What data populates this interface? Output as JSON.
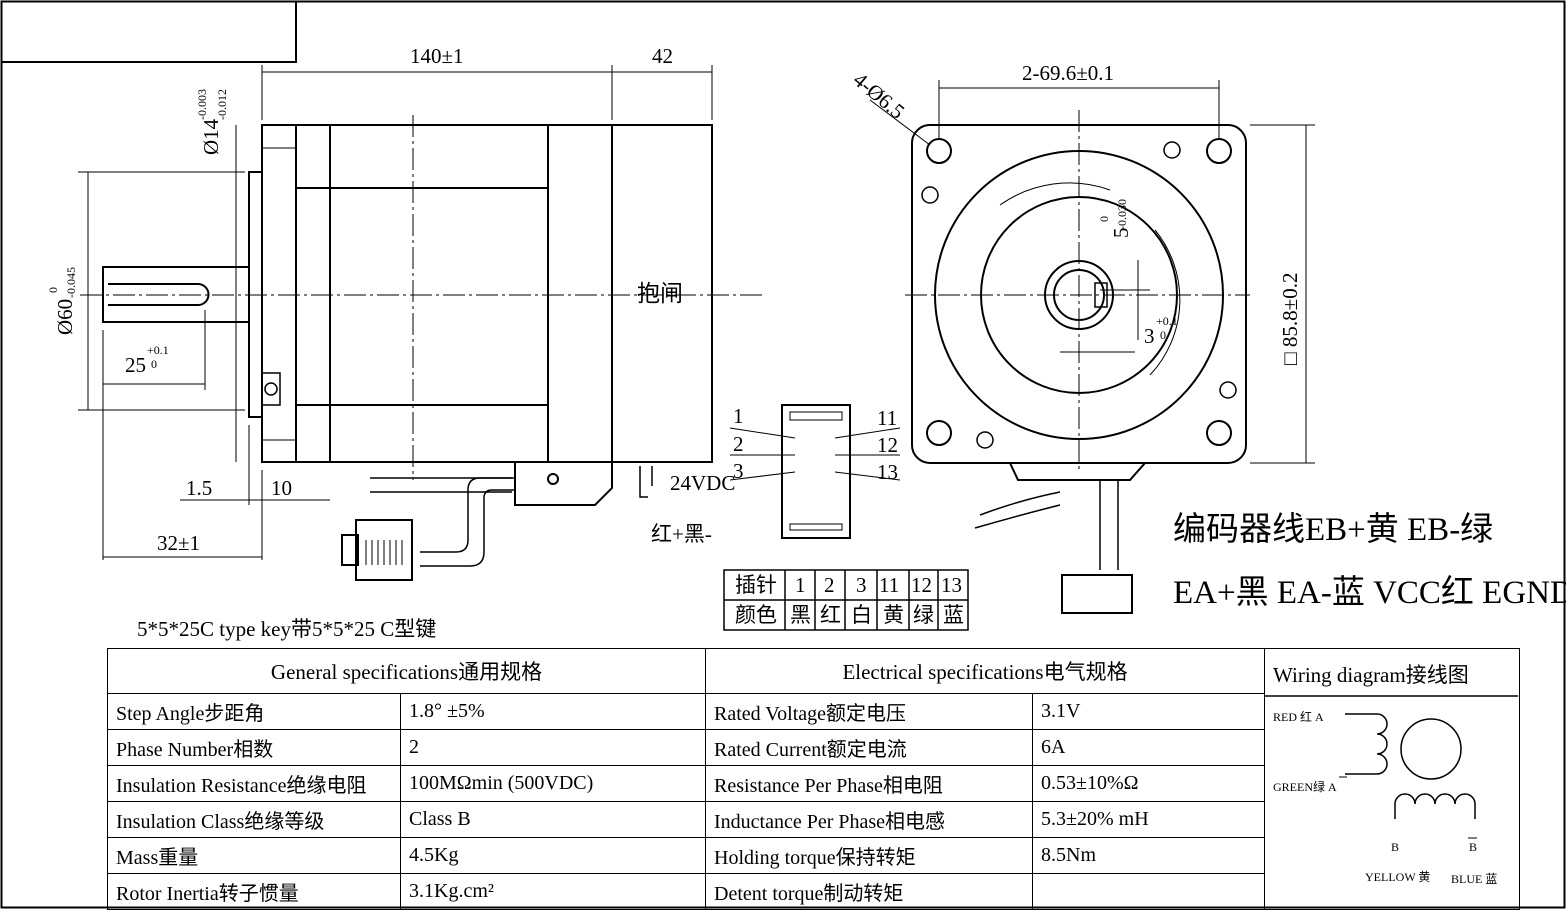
{
  "dimensions": {
    "length": "140±1",
    "brake_length": "42",
    "shaft_diameter": "Ø14",
    "shaft_tol_upper": "-0.003",
    "shaft_tol_lower": "-0.012",
    "boss_diameter": "Ø60",
    "boss_tol_upper": "0",
    "boss_tol_lower": "-0.045",
    "key_length": "25",
    "key_tol_upper": "+0.1",
    "key_tol_lower": "0",
    "flange_offset": "1.5",
    "boss_length": "10",
    "shaft_length": "32±1",
    "hole_spec": "4-Ø6.5",
    "hole_spacing": "2-69.6±0.1",
    "flange_size": "□ 85.8±0.2",
    "key_width": "5",
    "key_width_tol_upper": "0",
    "key_width_tol_lower": "-0.030",
    "key_depth": "3",
    "key_depth_tol_upper": "+0.1",
    "key_depth_tol_lower": "0"
  },
  "labels": {
    "brake": "抱闸",
    "brake_voltage": "24VDC",
    "brake_wires": "红+黑-",
    "key_note": "5*5*25C type key带5*5*25 C型键",
    "encoder_line1": "编码器线EB+黄 EB-绿",
    "encoder_line2": "EA+黑 EA-蓝 VCC红 EGND白"
  },
  "connector": {
    "left_pins": [
      "1",
      "2",
      "3"
    ],
    "right_pins": [
      "11",
      "12",
      "13"
    ]
  },
  "pin_table": {
    "row1_label": "插针",
    "row2_label": "颜色",
    "pins": [
      "1",
      "2",
      "3",
      "11",
      "12",
      "13"
    ],
    "colors": [
      "黑",
      "红",
      "白",
      "黄",
      "绿",
      "蓝"
    ]
  },
  "spec_table": {
    "general_header": "General specifications通用规格",
    "electrical_header": "Electrical specifications电气规格",
    "wiring_header": "Wiring diagram接线图",
    "rows": [
      {
        "g_label": "Step Angle步距角",
        "g_value": "1.8° ±5%",
        "e_label": "Rated Voltage额定电压",
        "e_value": "3.1V"
      },
      {
        "g_label": "Phase Number相数",
        "g_value": "2",
        "e_label": "Rated Current额定电流",
        "e_value": "6A"
      },
      {
        "g_label": "Insulation Resistance绝缘电阻",
        "g_value": "100MΩmin (500VDC)",
        "e_label": "Resistance Per Phase相电阻",
        "e_value": "0.53±10%Ω"
      },
      {
        "g_label": "Insulation Class绝缘等级",
        "g_value": "Class B",
        "e_label": "Inductance Per Phase相电感",
        "e_value": "5.3±20% mH"
      },
      {
        "g_label": "Mass重量",
        "g_value": "4.5Kg",
        "e_label": "Holding torque保持转矩",
        "e_value": "8.5Nm"
      },
      {
        "g_label": "Rotor Inertia转子惯量",
        "g_value": "3.1Kg.cm²",
        "e_label": "Detent torque制动转矩",
        "e_value": ""
      }
    ]
  },
  "wiring": {
    "red_a": "RED 红 A",
    "green_a_bar": "GREEN绿 A",
    "b": "B",
    "b_bar": "B",
    "yellow": "YELLOW 黄",
    "blue": "BLUE 蓝"
  }
}
